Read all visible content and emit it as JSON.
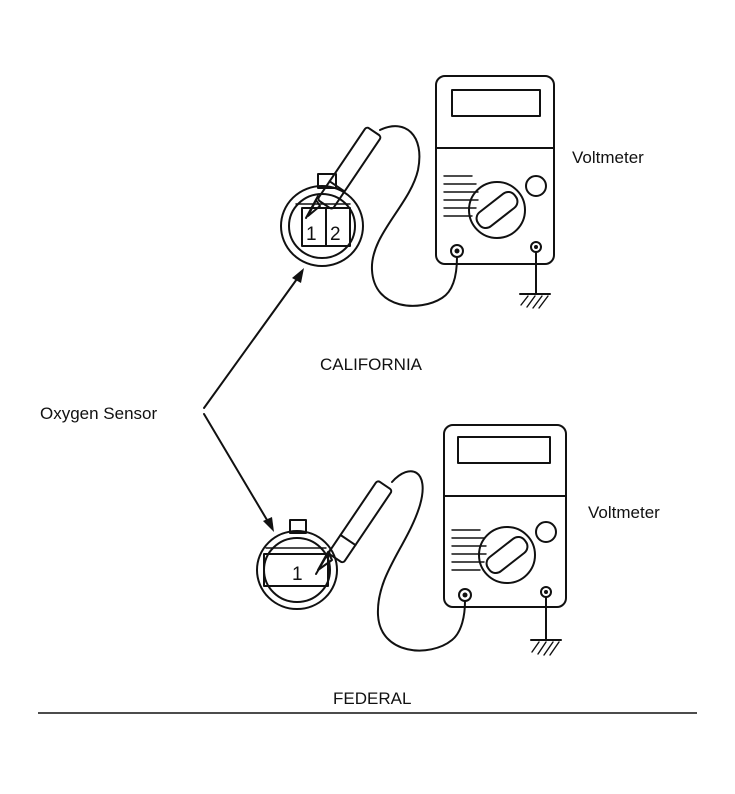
{
  "labels": {
    "voltmeter_top": "Voltmeter",
    "voltmeter_bottom": "Voltmeter",
    "oxygen_sensor": "Oxygen Sensor",
    "california": "CALIFORNIA",
    "federal": "FEDERAL"
  },
  "connectors": {
    "california_pins": [
      "1",
      "2"
    ],
    "federal_pins": [
      "1"
    ]
  },
  "icons": {
    "voltmeter": "voltmeter-icon",
    "connector": "connector-icon",
    "probe": "probe-icon",
    "ground": "ground-symbol-icon"
  }
}
